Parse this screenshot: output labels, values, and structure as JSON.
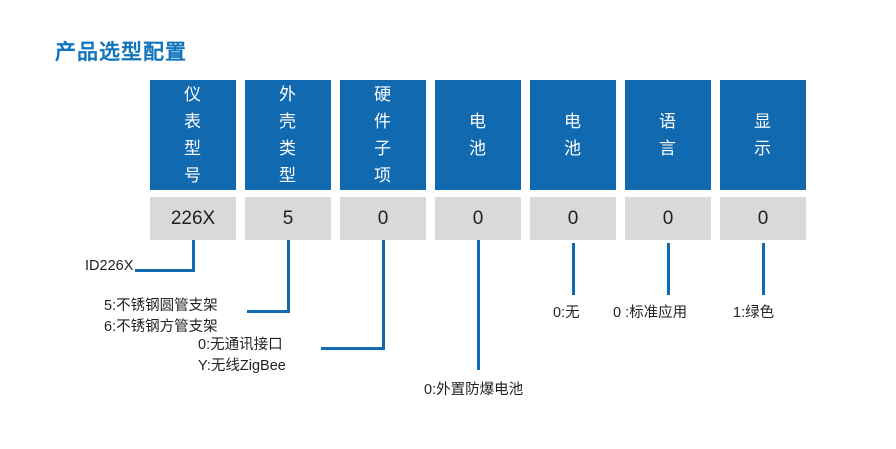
{
  "page": {
    "title": "产品选型配置",
    "title_color": "#1273bd",
    "accent_blue": "#1169b0",
    "value_bg": "#d9d9d9",
    "background": "#ffffff"
  },
  "config_table": {
    "columns": [
      {
        "header": "仪表型号",
        "header_lines": [
          "仪",
          "表",
          "型",
          "号"
        ],
        "value": "226X"
      },
      {
        "header": "外壳类型",
        "header_lines": [
          "外",
          "壳",
          "类",
          "型"
        ],
        "value": "5"
      },
      {
        "header": "硬件子项",
        "header_lines": [
          "硬",
          "件",
          "子",
          "项"
        ],
        "value": "0"
      },
      {
        "header": "电池",
        "header_lines": [
          "电",
          "池"
        ],
        "value": "0"
      },
      {
        "header": "电池",
        "header_lines": [
          "电",
          "池"
        ],
        "value": "0"
      },
      {
        "header": "语言",
        "header_lines": [
          "语",
          "言"
        ],
        "value": "0"
      },
      {
        "header": "显示",
        "header_lines": [
          "显",
          "示"
        ],
        "value": "0"
      }
    ]
  },
  "annotations": {
    "model": {
      "lines": [
        "ID226X"
      ]
    },
    "housing": {
      "lines": [
        "5:不锈钢圆管支架",
        "6:不锈钢方管支架"
      ]
    },
    "hardware": {
      "lines": [
        "0:无通讯接口",
        "Y:无线ZigBee"
      ]
    },
    "battery_external": {
      "lines": [
        "0:外置防爆电池"
      ]
    },
    "battery_none": {
      "lines": [
        "0:无"
      ]
    },
    "language": {
      "lines": [
        "0 :标准应用"
      ]
    },
    "display": {
      "lines": [
        "1:绿色"
      ]
    }
  }
}
